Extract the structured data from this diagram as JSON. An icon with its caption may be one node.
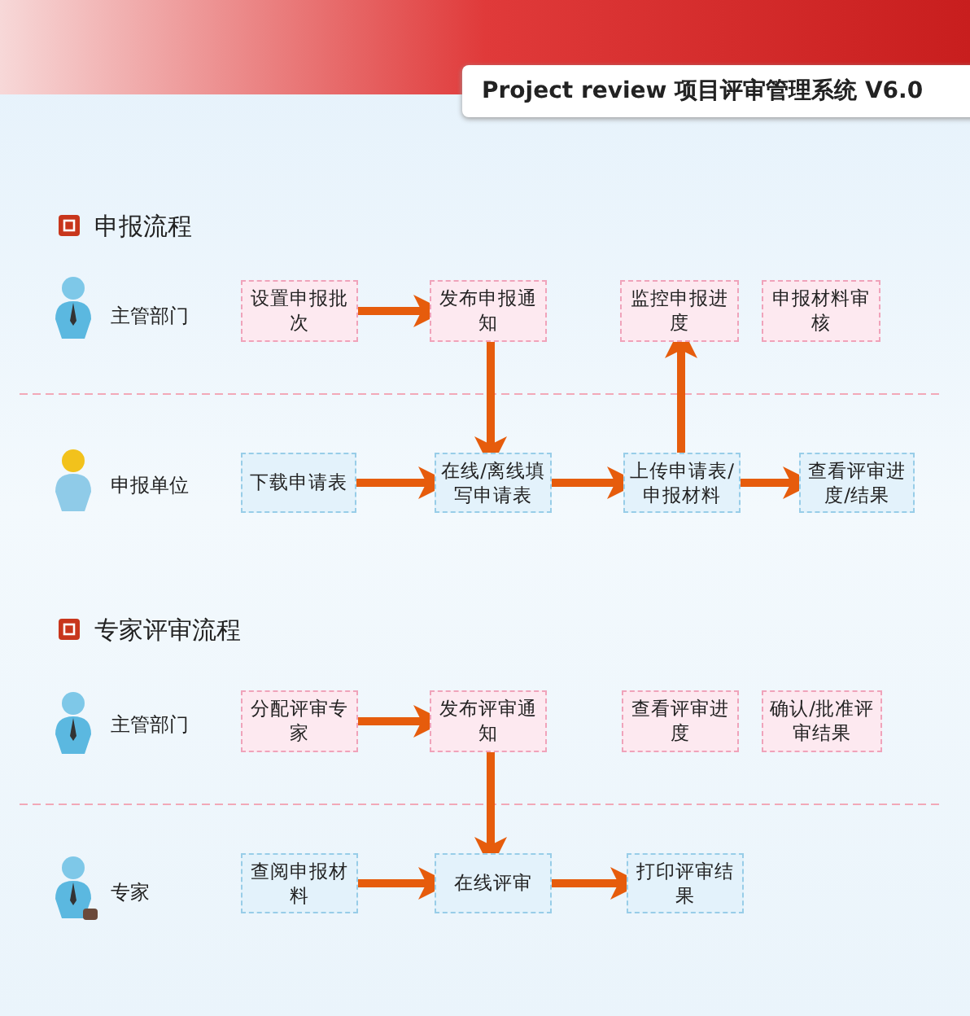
{
  "diagram": {
    "title": "Project review 项目评审管理系统 V6.0",
    "nodes": [
      {
        "text": [
          "设置申报批次"
        ]
      },
      {
        "text": [
          "发布申报通知"
        ]
      },
      {
        "text": [
          "监控申报进度"
        ]
      },
      {
        "text": [
          "申报材料审核"
        ]
      },
      {
        "text": [
          "下载申请表"
        ]
      },
      {
        "text": [
          "在线/离线填写申请表"
        ]
      },
      {
        "text": [
          "上传申请表/申报材料"
        ]
      },
      {
        "text": [
          "查看评审进度/结果"
        ]
      },
      {
        "text": [
          "分配评审专家"
        ]
      },
      {
        "text": [
          "发布评审通知"
        ]
      },
      {
        "text": [
          "查看评审进度"
        ]
      },
      {
        "text": [
          "确认/批准评审结果"
        ]
      },
      {
        "text": [
          "查阅申报材料"
        ]
      },
      {
        "text": [
          "在线评审"
        ]
      },
      {
        "text": [
          "打印评审结果"
        ]
      }
    ],
    "edges": [
      {
        "from": 0,
        "to": 1,
        "arrow": "to"
      },
      {
        "from": 1,
        "to": 5,
        "arrow": "to"
      },
      {
        "from": 4,
        "to": 5,
        "arrow": "to"
      },
      {
        "from": 5,
        "to": 6,
        "arrow": "to"
      },
      {
        "from": 6,
        "to": 2,
        "arrow": "to"
      },
      {
        "from": 6,
        "to": 7,
        "arrow": "to"
      },
      {
        "from": 8,
        "to": 9,
        "arrow": "to"
      },
      {
        "from": 9,
        "to": 13,
        "arrow": "to"
      },
      {
        "from": 12,
        "to": 13,
        "arrow": "to"
      },
      {
        "from": 13,
        "to": 14,
        "arrow": "to"
      }
    ],
    "labels": [
      "申报流程",
      "主管部门",
      "申报单位",
      "专家评审流程",
      "主管部门",
      "专家"
    ]
  }
}
